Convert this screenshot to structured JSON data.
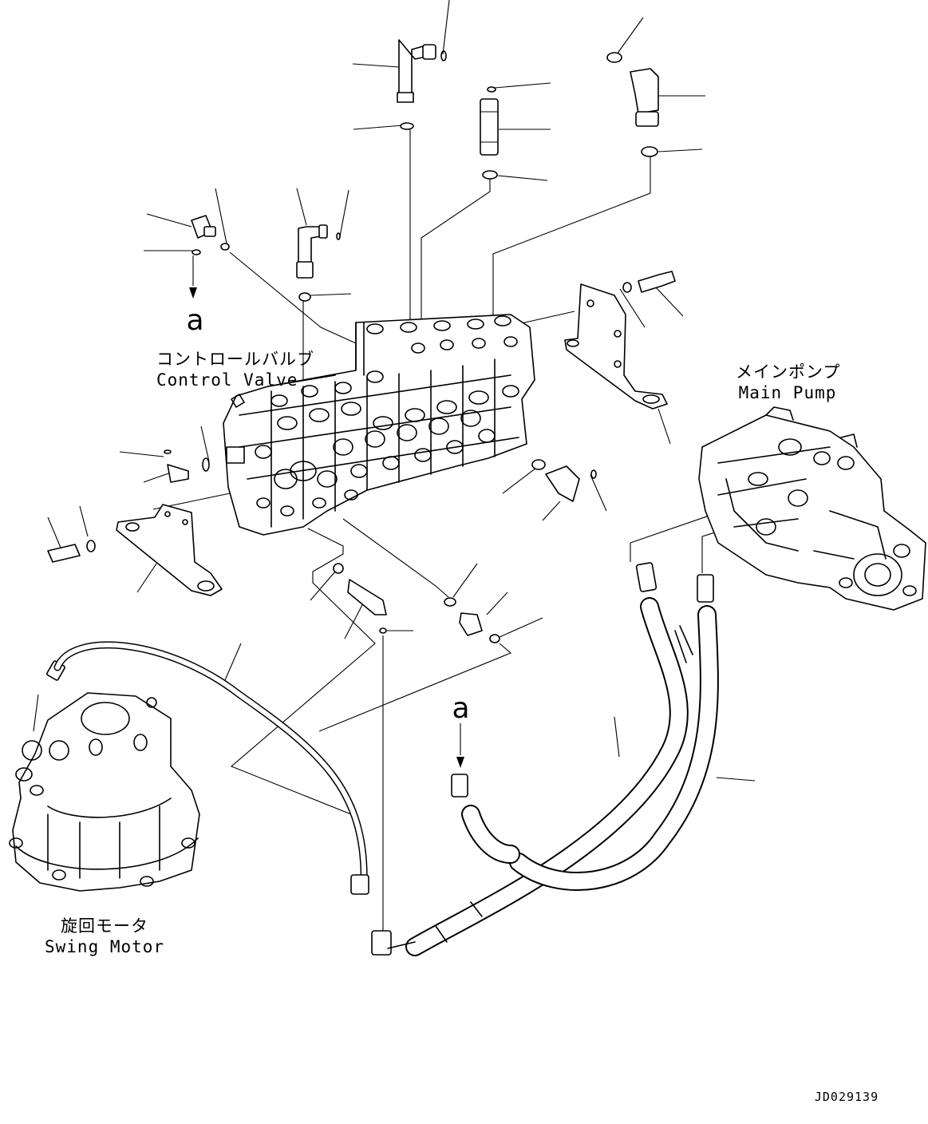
{
  "labels": {
    "control_valve_jp": "コントロールバルブ",
    "control_valve_en": "Control Valve",
    "main_pump_jp": "メインポンプ",
    "main_pump_en": "Main Pump",
    "swing_motor_jp": "旋回モータ",
    "swing_motor_en": "Swing Motor",
    "ref_a_top": "a",
    "ref_a_bottom": "a",
    "drawing_code": "JD029139"
  }
}
